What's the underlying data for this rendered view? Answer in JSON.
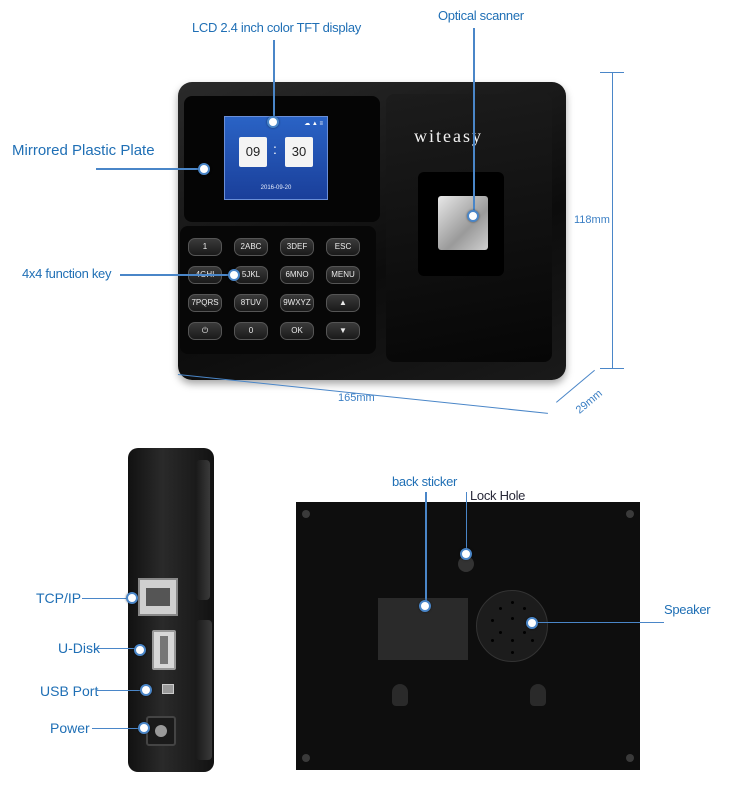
{
  "labels": {
    "lcd": "LCD  2.4 inch color TFT display",
    "optical": "Optical scanner",
    "mirrored": "Mirrored Plastic Plate",
    "function_key": "4x4 function key",
    "back_sticker": "back sticker",
    "lock_hole": "Lock Hole",
    "speaker": "Speaker",
    "tcpip": "TCP/IP",
    "udisk": "U-Disk",
    "usb_port": "USB Port",
    "power": "Power"
  },
  "dimensions": {
    "height": "118mm",
    "width": "165mm",
    "depth": "29mm"
  },
  "device": {
    "brand": "witeasy",
    "clock_hour": "09",
    "clock_minute": "30",
    "clock_separator": ":",
    "date": "2016-09-20",
    "status_icons": "☁ ▲ ≡"
  },
  "keypad": {
    "keys": [
      "1",
      "2ABC",
      "3DEF",
      "ESC",
      "4GHI",
      "5JKL",
      "6MNO",
      "MENU",
      "7PQRS",
      "8TUV",
      "9WXYZ",
      "▲",
      "⏻",
      "0",
      "OK",
      "▼"
    ]
  }
}
